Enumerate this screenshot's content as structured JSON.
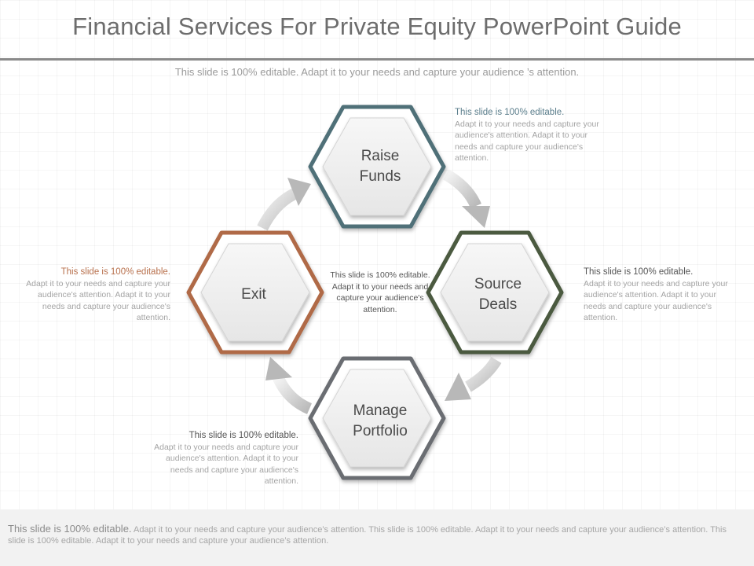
{
  "title": "Financial Services For Private Equity PowerPoint Guide",
  "subtitle": "This slide is 100% editable. Adapt it to your needs and capture your  audience ’s attention.",
  "steps": [
    {
      "line1": "Raise",
      "line2": "Funds",
      "color": "#4f6f78"
    },
    {
      "line1": "Source",
      "line2": "Deals",
      "color": "#4b5a41"
    },
    {
      "line1": "Manage",
      "line2": "Portfolio",
      "color": "#6a6d72"
    },
    {
      "line1": "Exit",
      "line2": "",
      "color": "#b06a47"
    }
  ],
  "notes": {
    "top_right": {
      "head": "This slide is 100% editable.",
      "body": "Adapt it to your needs and capture your audience's attention. Adapt it to your needs and capture your audience's attention.",
      "head_color": "#5b7e8c"
    },
    "right": {
      "head": "This slide is 100% editable.",
      "body": "Adapt it to your needs and capture your audience's attention. Adapt it to your needs and capture your audience's attention.",
      "head_color": "#555555"
    },
    "left": {
      "head": "This slide is 100% editable.",
      "body": "Adapt it to your needs and capture your audience's attention. Adapt it to your needs and capture your audience's attention.",
      "head_color": "#b8704c"
    },
    "bottom_left": {
      "head": "This slide is 100% editable.",
      "body": "Adapt it to your needs and capture your audience's attention. Adapt it to your needs and capture your audience's attention.",
      "head_color": "#555555"
    },
    "center": "This slide is 100% editable. Adapt it to your needs and capture your audience's attention."
  },
  "footer": {
    "lead": "This slide is 100% editable.",
    "body": " Adapt it to your needs and capture your audience’s attention. This slide is 100% editable. Adapt it to your needs and capture your audience’s attention. This slide is 100% editable. Adapt it to your needs and capture your audience’s attention."
  }
}
